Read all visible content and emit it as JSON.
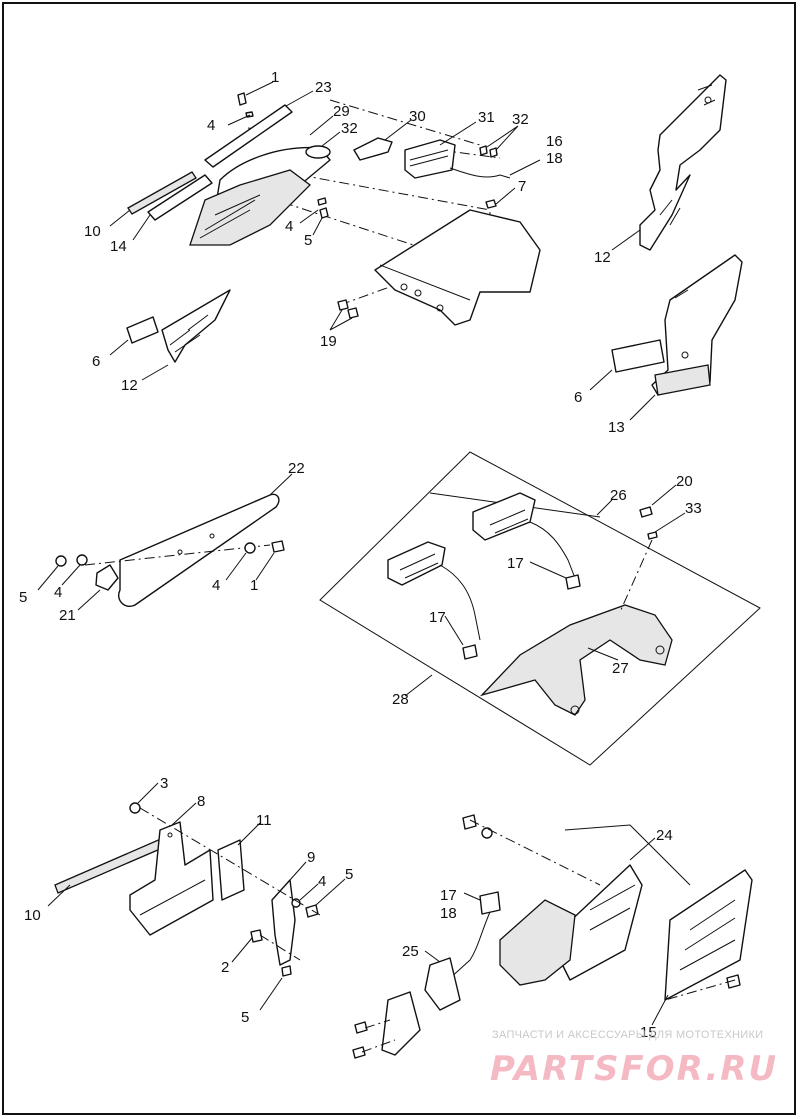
{
  "callouts": {
    "c1a": "1",
    "c23": "23",
    "c29": "29",
    "c32a": "32",
    "c4a": "4",
    "c30": "30",
    "c31": "31",
    "c32b": "32",
    "c16": "16",
    "c18a": "18",
    "c7": "7",
    "c10a": "10",
    "c14": "14",
    "c4b": "4",
    "c5a": "5",
    "c12a": "12",
    "c6a": "6",
    "c12b": "12",
    "c19": "19",
    "c6b": "6",
    "c13": "13",
    "c22": "22",
    "c5b": "5",
    "c4c": "4",
    "c21": "21",
    "c4d": "4",
    "c1b": "1",
    "c26": "26",
    "c20": "20",
    "c33": "33",
    "c17a": "17",
    "c17b": "17",
    "c27": "27",
    "c28": "28",
    "c3": "3",
    "c8": "8",
    "c11": "11",
    "c9": "9",
    "c4e": "4",
    "c5c": "5",
    "c10b": "10",
    "c2": "2",
    "c5d": "5",
    "c24": "24",
    "c17c": "17",
    "c18b": "18",
    "c25": "25",
    "c15": "15"
  },
  "watermark": {
    "subtitle": "ЗАПЧАСТИ И АКСЕССУАРЫ ДЛЯ МОТОТЕХНИКИ",
    "brand": "PARTSFOR.RU"
  },
  "colors": {
    "line": "#111111",
    "watermark_brand": "#f4b9c2",
    "watermark_subtitle": "#c9c9c9"
  }
}
